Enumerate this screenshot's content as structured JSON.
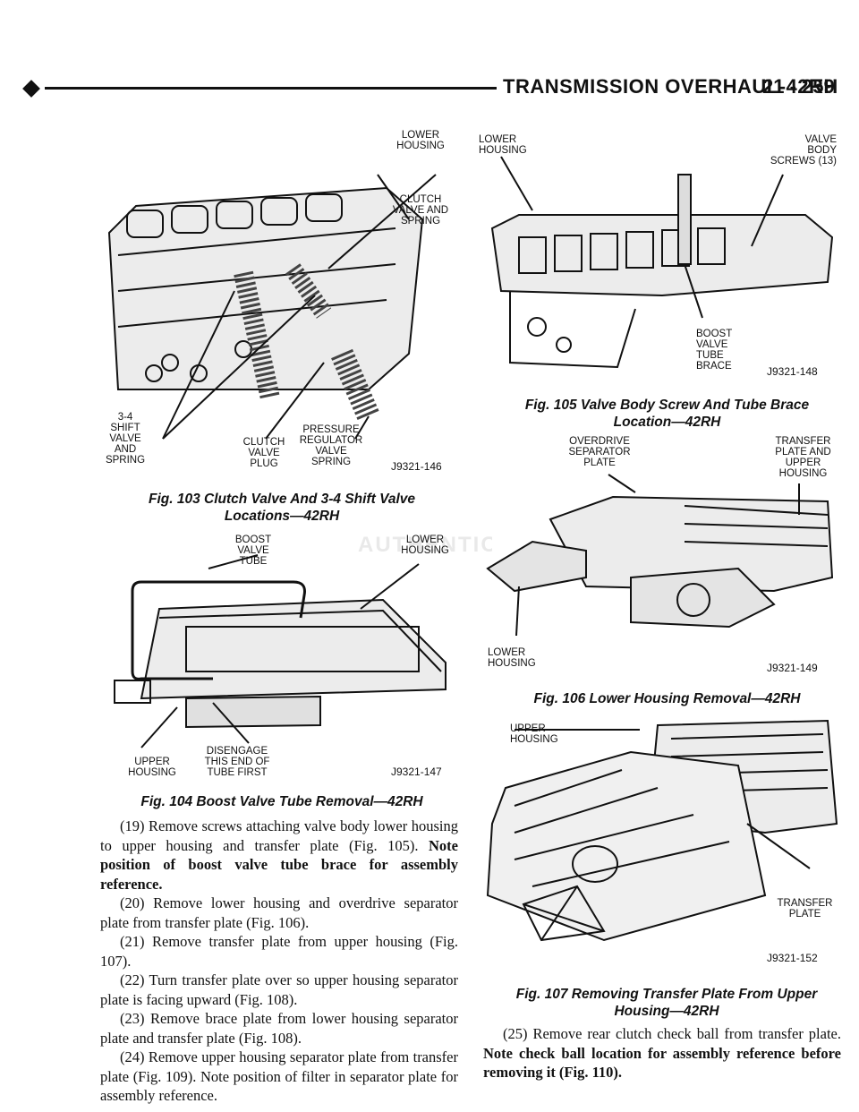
{
  "header": {
    "title": "TRANSMISSION OVERHAUL-42RH",
    "page": "21 - 259"
  },
  "figures": {
    "fig103": {
      "labels": {
        "lower_housing": "LOWER\nHOUSING",
        "clutch_valve_spring": "CLUTCH\nVALVE AND\nSPRING",
        "shift_valve": "3-4\nSHIFT\nVALVE\nAND\nSPRING",
        "clutch_valve_plug": "CLUTCH\nVALVE\nPLUG",
        "pressure_regulator": "PRESSURE\nREGULATOR\nVALVE\nSPRING"
      },
      "code": "J9321-146",
      "caption": "Fig. 103 Clutch Valve And 3-4 Shift Valve Locations—42RH"
    },
    "fig104": {
      "labels": {
        "boost_valve_tube": "BOOST\nVALVE\nTUBE",
        "lower_housing": "LOWER\nHOUSING",
        "upper_housing": "UPPER\nHOUSING",
        "disengage": "DISENGAGE\nTHIS END OF\nTUBE FIRST"
      },
      "code": "J9321-147",
      "caption": "Fig. 104 Boost Valve Tube Removal—42RH"
    },
    "fig105": {
      "labels": {
        "lower_housing": "LOWER\nHOUSING",
        "valve_body_screws": "VALVE\nBODY\nSCREWS (13)",
        "boost_brace": "BOOST\nVALVE\nTUBE\nBRACE"
      },
      "code": "J9321-148",
      "caption": "Fig. 105 Valve Body Screw And Tube Brace Location—42RH"
    },
    "fig106": {
      "labels": {
        "overdrive_plate": "OVERDRIVE\nSEPARATOR\nPLATE",
        "transfer_plate": "TRANSFER\nPLATE AND\nUPPER\nHOUSING",
        "lower_housing": "LOWER\nHOUSING"
      },
      "code": "J9321-149",
      "caption": "Fig. 106 Lower Housing Removal—42RH"
    },
    "fig107": {
      "labels": {
        "upper_housing": "UPPER\nHOUSING",
        "transfer_plate": "TRANSFER\nPLATE"
      },
      "code": "J9321-152",
      "caption": "Fig. 107 Removing Transfer Plate From Upper Housing—42RH"
    }
  },
  "watermark": "AUTHENTIC RESTORATION PRODUCTS",
  "left_text": {
    "p19a": "(19) Remove screws attaching valve body lower housing to upper housing and transfer plate (Fig. 105). ",
    "p19b": "Note position of boost valve tube brace for assembly reference.",
    "p20": "(20) Remove lower housing and overdrive separator plate from transfer plate (Fig. 106).",
    "p21": "(21) Remove transfer plate from upper housing (Fig. 107).",
    "p22": "(22) Turn transfer plate over so upper housing separator plate is facing upward (Fig. 108).",
    "p23": "(23) Remove brace plate from lower housing separator plate and transfer plate (Fig. 108).",
    "p24": "(24) Remove upper housing separator plate from transfer plate (Fig. 109). Note position of filter in separator plate for assembly reference."
  },
  "right_text": {
    "p25a": "(25) Remove rear clutch check ball from transfer plate. ",
    "p25b": "Note check ball location for assembly reference before removing it (Fig. 110)."
  }
}
